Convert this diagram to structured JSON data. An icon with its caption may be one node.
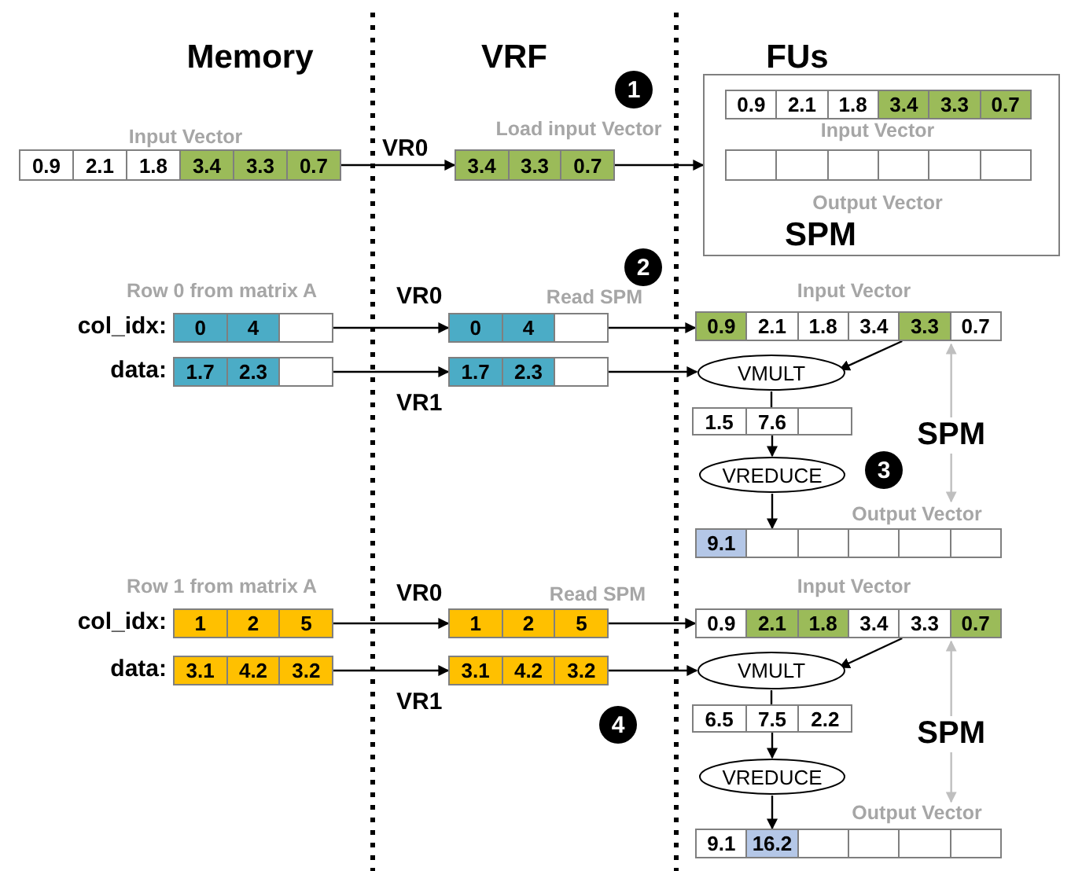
{
  "diagram": {
    "nodes": [
      {
        "text": [
          "0.9",
          "2.1",
          "1.8",
          "3.4",
          "3.3",
          "0.7"
        ],
        "beside": [
          "Input Vector"
        ]
      },
      {
        "text": [
          "3.4",
          "3.3",
          "0.7"
        ],
        "beside": [
          "VR0"
        ]
      },
      {
        "text": [
          "SPM"
        ]
      },
      {
        "text": [
          "0.9",
          "2.1",
          "1.8",
          "3.4",
          "3.3",
          "0.7"
        ],
        "in": 2,
        "beside": [
          "Input Vector"
        ]
      },
      {
        "text": [],
        "shape": "box",
        "in": 2,
        "beside": [
          "Output Vector"
        ]
      },
      {
        "text": [
          "0",
          "4"
        ],
        "beside": [
          "col_idx:",
          "Row 0 from matrix A"
        ]
      },
      {
        "text": [
          "1.7",
          "2.3"
        ],
        "beside": [
          "data:"
        ]
      },
      {
        "text": [
          "0",
          "4"
        ],
        "beside": [
          "VR0",
          "Read SPM"
        ]
      },
      {
        "text": [
          "1.7",
          "2.3"
        ],
        "beside": [
          "VR1"
        ]
      },
      {
        "text": [
          "0.9",
          "2.1",
          "1.8",
          "3.4",
          "3.3",
          "0.7"
        ],
        "beside": [
          "Input Vector"
        ]
      },
      {
        "text": [
          "VMULT"
        ]
      },
      {
        "text": [
          "1.5",
          "7.6"
        ]
      },
      {
        "text": [
          "VREDUCE"
        ]
      },
      {
        "text": [
          "9.1"
        ],
        "beside": [
          "Output Vector"
        ]
      },
      {
        "text": [
          "1",
          "2",
          "5"
        ],
        "beside": [
          "col_idx:",
          "Row 1 from matrix A"
        ]
      },
      {
        "text": [
          "3.1",
          "4.2",
          "3.2"
        ],
        "beside": [
          "data:"
        ]
      },
      {
        "text": [
          "1",
          "2",
          "5"
        ],
        "beside": [
          "VR0",
          "Read SPM"
        ]
      },
      {
        "text": [
          "3.1",
          "4.2",
          "3.2"
        ],
        "beside": [
          "VR1"
        ]
      },
      {
        "text": [
          "0.9",
          "2.1",
          "1.8",
          "3.4",
          "3.3",
          "0.7"
        ],
        "beside": [
          "Input Vector"
        ]
      },
      {
        "text": [
          "VMULT"
        ]
      },
      {
        "text": [
          "6.5",
          "7.5",
          "2.2"
        ]
      },
      {
        "text": [
          "VREDUCE"
        ]
      },
      {
        "text": [
          "9.1",
          "16.2"
        ],
        "beside": [
          "Output Vector"
        ]
      }
    ],
    "edges": [
      {
        "from": 0,
        "to": 1,
        "arrow": "to"
      },
      {
        "from": 1,
        "to": 2,
        "arrow": "to"
      },
      {
        "from": 5,
        "to": 7,
        "arrow": "to"
      },
      {
        "from": 6,
        "to": 8,
        "arrow": "to"
      },
      {
        "from": 7,
        "to": 9,
        "arrow": "to"
      },
      {
        "from": 8,
        "to": 10,
        "arrow": "to"
      },
      {
        "from": 9,
        "to": 10,
        "arrow": "to"
      },
      {
        "from": 10,
        "to": 11,
        "arrow": "none"
      },
      {
        "from": 11,
        "to": 12,
        "arrow": "to"
      },
      {
        "from": 12,
        "to": 13,
        "arrow": "to"
      },
      {
        "from": 9,
        "to": 13,
        "arrow": "both",
        "label": "SPM",
        "color": "#bfbfbf"
      },
      {
        "from": 14,
        "to": 16,
        "arrow": "to"
      },
      {
        "from": 15,
        "to": 17,
        "arrow": "to"
      },
      {
        "from": 16,
        "to": 18,
        "arrow": "to"
      },
      {
        "from": 17,
        "to": 19,
        "arrow": "to"
      },
      {
        "from": 18,
        "to": 19,
        "arrow": "to"
      },
      {
        "from": 19,
        "to": 20,
        "arrow": "none"
      },
      {
        "from": 20,
        "to": 21,
        "arrow": "to"
      },
      {
        "from": 21,
        "to": 22,
        "arrow": "to"
      },
      {
        "from": 18,
        "to": 22,
        "arrow": "both",
        "label": "SPM",
        "color": "#bfbfbf"
      }
    ],
    "labels": [
      "Memory",
      "VRF",
      "FUs",
      "1",
      "Load input Vector",
      "2",
      "3",
      "4"
    ]
  }
}
